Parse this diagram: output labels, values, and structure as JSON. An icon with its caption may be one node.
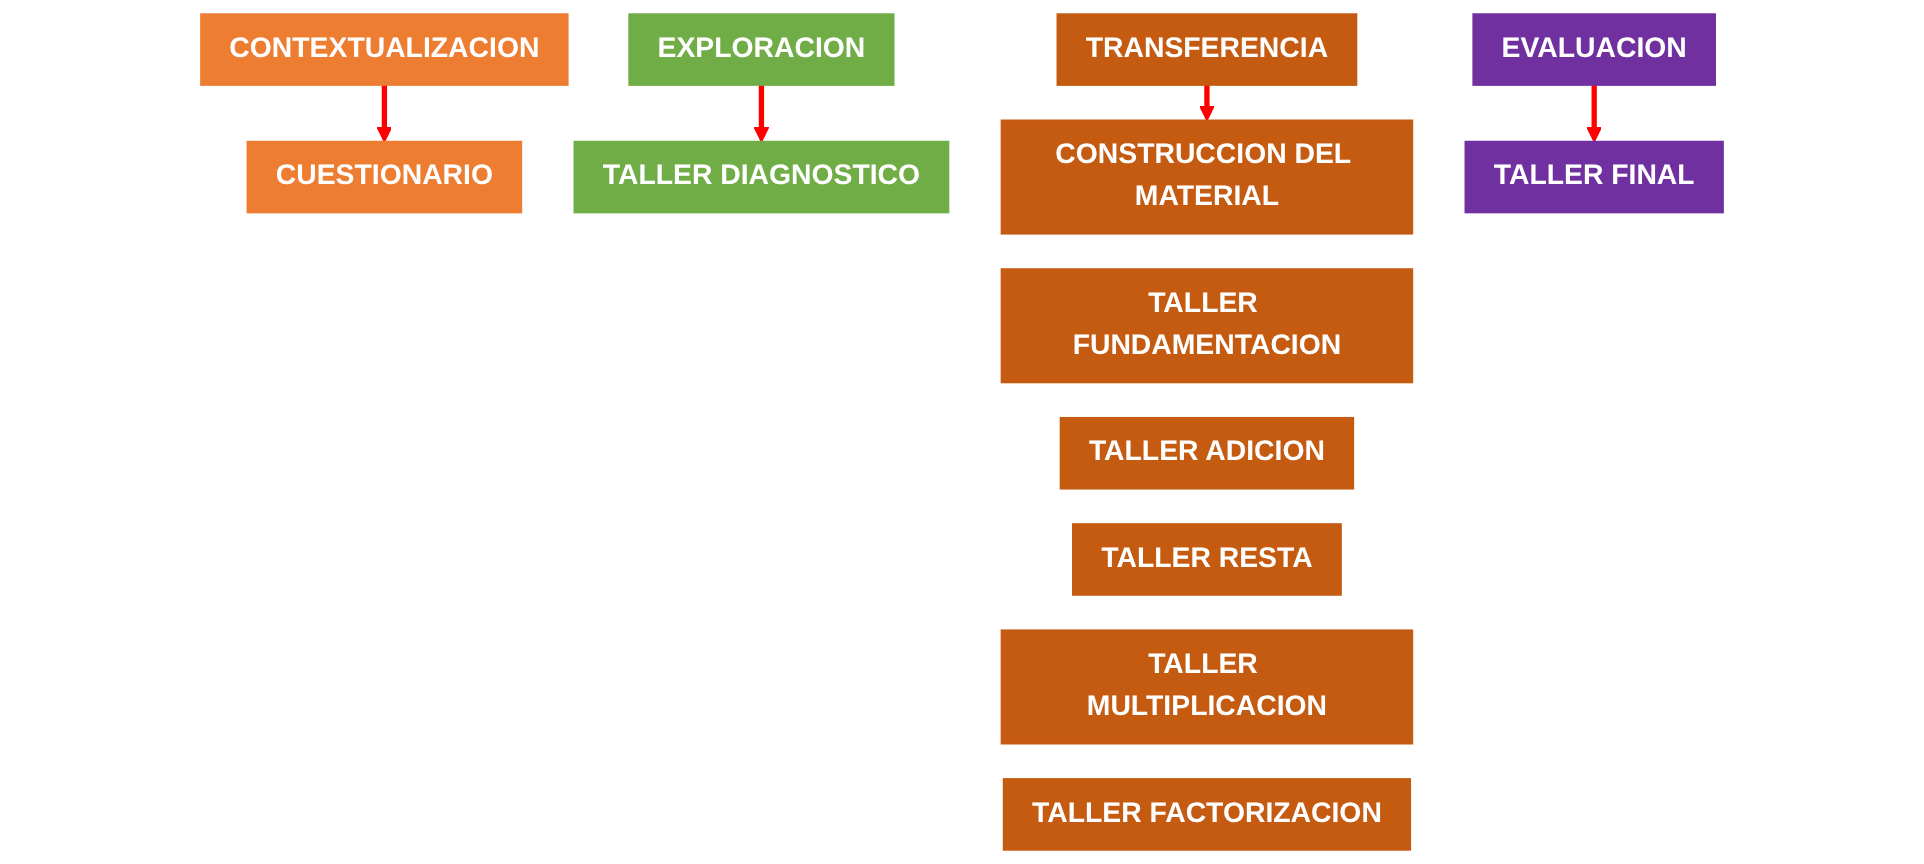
{
  "diagram": {
    "nodes": [
      {
        "text": [
          "CONTEXTUALIZACION"
        ]
      },
      {
        "text": [
          "CUESTIONARIO"
        ]
      },
      {
        "text": [
          "EXPLORACION"
        ]
      },
      {
        "text": [
          "TALLER DIAGNOSTICO"
        ]
      },
      {
        "text": [
          "TRANSFERENCIA"
        ]
      },
      {
        "text": [
          "CONSTRUCCION DEL MATERIAL"
        ]
      },
      {
        "text": [
          "TALLER FUNDAMENTACION"
        ]
      },
      {
        "text": [
          "TALLER ADICION"
        ]
      },
      {
        "text": [
          "TALLER RESTA"
        ]
      },
      {
        "text": [
          "TALLER MULTIPLICACION"
        ]
      },
      {
        "text": [
          "TALLER FACTORIZACION"
        ]
      },
      {
        "text": [
          "EVALUACION"
        ]
      },
      {
        "text": [
          "TALLER FINAL"
        ]
      }
    ],
    "edges": [
      {
        "from": 0,
        "to": 1,
        "arrow": "to",
        "color": "#ff0000"
      },
      {
        "from": 2,
        "to": 3,
        "arrow": "to",
        "color": "#ff0000"
      },
      {
        "from": 4,
        "to": 5,
        "arrow": "to",
        "color": "#ff0000"
      },
      {
        "from": 11,
        "to": 12,
        "arrow": "to",
        "color": "#ff0000"
      }
    ]
  }
}
